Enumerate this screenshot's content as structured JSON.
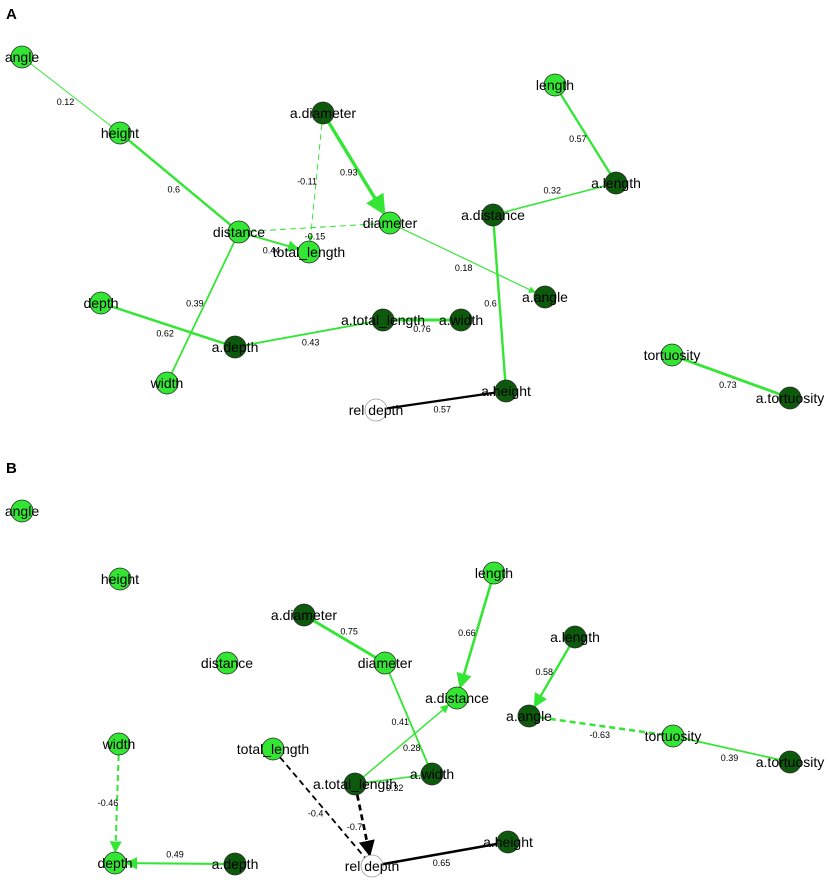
{
  "colors": {
    "light_node": "#33e633",
    "dark_node": "#0d5a0d",
    "empty_node": "#ffffff",
    "positive_edge": "#33e633",
    "negative_edge": "#000000"
  },
  "panels": [
    {
      "letter": "A",
      "nodes": [
        {
          "id": "angle",
          "label": "angle",
          "kind": "light"
        },
        {
          "id": "height",
          "label": "height",
          "kind": "light"
        },
        {
          "id": "distance",
          "label": "distance",
          "kind": "light"
        },
        {
          "id": "total_length",
          "label": "total_length",
          "kind": "light"
        },
        {
          "id": "diameter",
          "label": "diameter",
          "kind": "light"
        },
        {
          "id": "depth",
          "label": "depth",
          "kind": "light"
        },
        {
          "id": "width",
          "label": "width",
          "kind": "light"
        },
        {
          "id": "length",
          "label": "length",
          "kind": "light"
        },
        {
          "id": "tortuosity",
          "label": "tortuosity",
          "kind": "light"
        },
        {
          "id": "a_diameter",
          "label": "a.diameter",
          "kind": "dark"
        },
        {
          "id": "a_length",
          "label": "a.length",
          "kind": "dark"
        },
        {
          "id": "a_distance",
          "label": "a.distance",
          "kind": "dark"
        },
        {
          "id": "a_angle",
          "label": "a.angle",
          "kind": "dark"
        },
        {
          "id": "a_depth",
          "label": "a.depth",
          "kind": "dark"
        },
        {
          "id": "a_total_length",
          "label": "a.total_length",
          "kind": "dark"
        },
        {
          "id": "a_width",
          "label": "a.width",
          "kind": "dark"
        },
        {
          "id": "a_height",
          "label": "a.height",
          "kind": "dark"
        },
        {
          "id": "a_tortuosity",
          "label": "a.tortuosity",
          "kind": "dark"
        },
        {
          "id": "rel_depth",
          "label": "rel depth",
          "kind": "empty"
        }
      ],
      "edges": [
        {
          "from": "angle",
          "to": "height",
          "weight": "0.12",
          "color": "green",
          "dashed": false
        },
        {
          "from": "height",
          "to": "distance",
          "weight": "0.6",
          "color": "green",
          "dashed": false
        },
        {
          "from": "a_diameter",
          "to": "diameter",
          "weight": "0.93",
          "color": "green",
          "dashed": false,
          "arrow": true
        },
        {
          "from": "a_diameter",
          "to": "total_length",
          "weight": "-0.11",
          "color": "green",
          "dashed": true,
          "arrow": true
        },
        {
          "from": "distance",
          "to": "diameter",
          "weight": "-0.15",
          "color": "green",
          "dashed": true
        },
        {
          "from": "distance",
          "to": "total_length",
          "weight": "0.44",
          "color": "green",
          "dashed": false,
          "arrow": true
        },
        {
          "from": "diameter",
          "to": "a_angle",
          "weight": "0.18",
          "color": "green",
          "dashed": false,
          "arrow": true
        },
        {
          "from": "length",
          "to": "a_length",
          "weight": "0.57",
          "color": "green",
          "dashed": false
        },
        {
          "from": "a_length",
          "to": "a_distance",
          "weight": "0.32",
          "color": "green",
          "dashed": false
        },
        {
          "from": "a_distance",
          "to": "a_height",
          "weight": "0.6",
          "color": "green",
          "dashed": false
        },
        {
          "from": "distance",
          "to": "width",
          "weight": "0.39",
          "color": "green",
          "dashed": false
        },
        {
          "from": "depth",
          "to": "a_depth",
          "weight": "0.62",
          "color": "green",
          "dashed": false
        },
        {
          "from": "a_depth",
          "to": "a_total_length",
          "weight": "0.43",
          "color": "green",
          "dashed": false
        },
        {
          "from": "a_total_length",
          "to": "a_width",
          "weight": "0.76",
          "color": "green",
          "dashed": false
        },
        {
          "from": "rel_depth",
          "to": "a_height",
          "weight": "0.57",
          "color": "black",
          "dashed": false
        },
        {
          "from": "tortuosity",
          "to": "a_tortuosity",
          "weight": "0.73",
          "color": "green",
          "dashed": false
        }
      ]
    },
    {
      "letter": "B",
      "nodes": [
        {
          "id": "angle",
          "label": "angle",
          "kind": "light"
        },
        {
          "id": "height",
          "label": "height",
          "kind": "light"
        },
        {
          "id": "distance",
          "label": "distance",
          "kind": "light"
        },
        {
          "id": "width",
          "label": "width",
          "kind": "light"
        },
        {
          "id": "depth",
          "label": "depth",
          "kind": "light"
        },
        {
          "id": "total_length",
          "label": "total_length",
          "kind": "light"
        },
        {
          "id": "diameter",
          "label": "diameter",
          "kind": "light"
        },
        {
          "id": "length",
          "label": "length",
          "kind": "light"
        },
        {
          "id": "tortuosity",
          "label": "tortuosity",
          "kind": "light"
        },
        {
          "id": "a_diameter",
          "label": "a.diameter",
          "kind": "dark"
        },
        {
          "id": "a_distance",
          "label": "a.distance",
          "kind": "light"
        },
        {
          "id": "a_length",
          "label": "a.length",
          "kind": "dark"
        },
        {
          "id": "a_angle",
          "label": "a.angle",
          "kind": "dark"
        },
        {
          "id": "a_total_length",
          "label": "a.total_length",
          "kind": "dark"
        },
        {
          "id": "a_width",
          "label": "a.width",
          "kind": "dark"
        },
        {
          "id": "a_height",
          "label": "a.height",
          "kind": "dark"
        },
        {
          "id": "a_depth",
          "label": "a.depth",
          "kind": "dark"
        },
        {
          "id": "a_tortuosity",
          "label": "a.tortuosity",
          "kind": "dark"
        },
        {
          "id": "rel_depth",
          "label": "rel depth",
          "kind": "empty"
        }
      ],
      "edges": [
        {
          "from": "diameter",
          "to": "a_diameter",
          "weight": "0.75",
          "color": "green",
          "dashed": false
        },
        {
          "from": "length",
          "to": "a_distance",
          "weight": "0.66",
          "color": "green",
          "dashed": false,
          "arrow": true
        },
        {
          "from": "a_length",
          "to": "a_angle",
          "weight": "0.58",
          "color": "green",
          "dashed": false,
          "arrow": true
        },
        {
          "from": "a_angle",
          "to": "tortuosity",
          "weight": "-0.63",
          "color": "green",
          "dashed": true
        },
        {
          "from": "tortuosity",
          "to": "a_tortuosity",
          "weight": "0.39",
          "color": "green",
          "dashed": false
        },
        {
          "from": "diameter",
          "to": "a_width",
          "weight": "0.41",
          "color": "green",
          "dashed": false
        },
        {
          "from": "a_total_length",
          "to": "a_distance",
          "weight": "0.28",
          "color": "green",
          "dashed": false,
          "arrow": true
        },
        {
          "from": "a_total_length",
          "to": "a_width",
          "weight": "0.32",
          "color": "green",
          "dashed": false
        },
        {
          "from": "width",
          "to": "depth",
          "weight": "-0.46",
          "color": "green",
          "dashed": true,
          "arrow": true
        },
        {
          "from": "a_depth",
          "to": "depth",
          "weight": "0.49",
          "color": "green",
          "dashed": false,
          "arrow": true
        },
        {
          "from": "total_length",
          "to": "rel_depth",
          "weight": "-0.4",
          "color": "black",
          "dashed": true
        },
        {
          "from": "a_total_length",
          "to": "rel_depth",
          "weight": "-0.7",
          "color": "black",
          "dashed": true,
          "arrow": true
        },
        {
          "from": "rel_depth",
          "to": "a_height",
          "weight": "0.65",
          "color": "black",
          "dashed": false
        }
      ]
    }
  ]
}
